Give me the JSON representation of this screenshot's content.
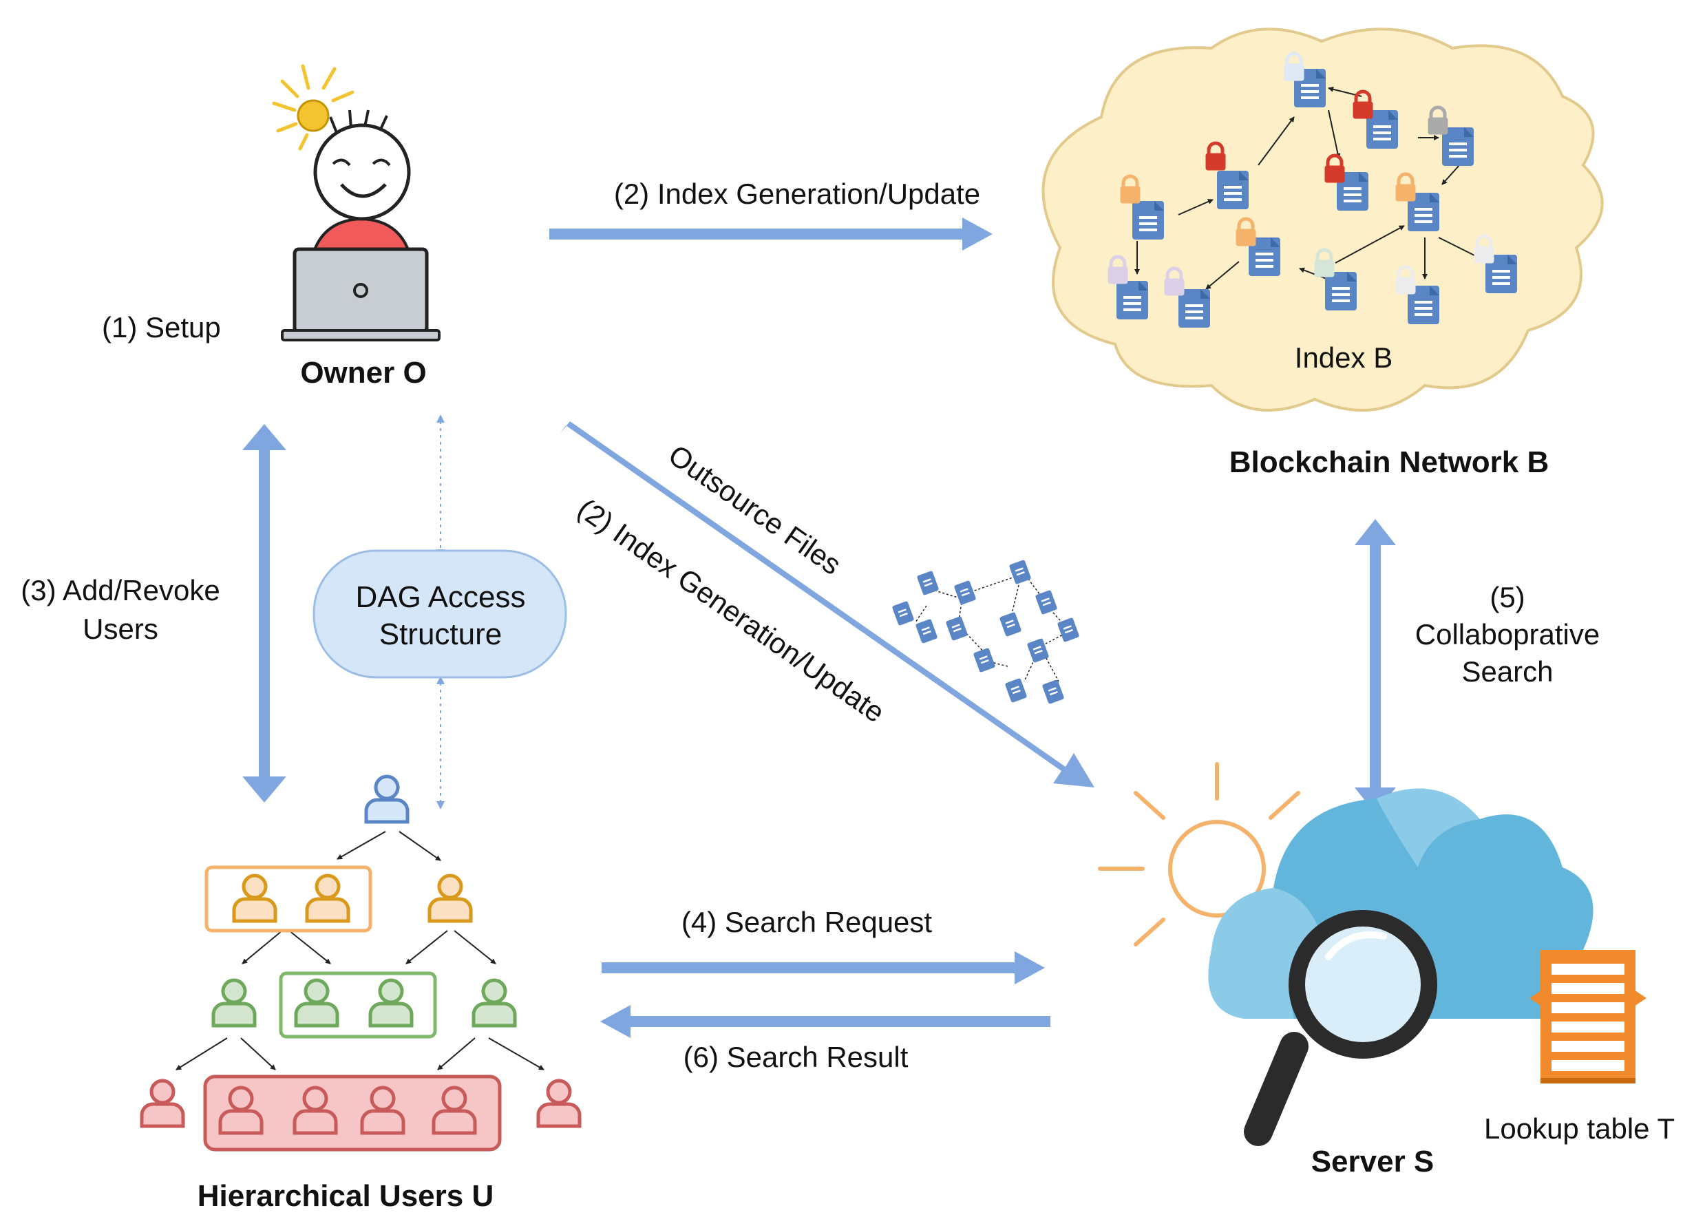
{
  "entities": {
    "owner": "Owner O",
    "blockchain": "Blockchain Network B",
    "index": "Index  B",
    "server": "Server S",
    "users": "Hierarchical Users U",
    "lookup": "Lookup table  T",
    "dag_line1": "DAG Access",
    "dag_line2": "Structure"
  },
  "steps": {
    "setup": "(1) Setup",
    "index_gen_top": "(2) Index Generation/Update",
    "outsource": "Outsource Files",
    "index_gen_diag": "(2) Index Generation/Update",
    "add_revoke_1": "(3) Add/Revoke",
    "add_revoke_2": "Users",
    "search_request": "(4) Search Request",
    "collab_1": "(5)",
    "collab_2": "Collabop­rative",
    "collab_3": "Search",
    "search_result": "(6) Search Result"
  },
  "colors": {
    "arrow": "#7fa6de",
    "cloud_fill": "#fdf0c8",
    "doc": "#5b86c5",
    "dag_fill": "#d6e6f9",
    "server_cloud": "#5ab0d8",
    "sun": "#f5b26b",
    "lookup": "#f08a2c",
    "level1": "#7fa6de",
    "level2": "#e0a020",
    "level3": "#7fb86a",
    "level4": "#c85a5a"
  }
}
